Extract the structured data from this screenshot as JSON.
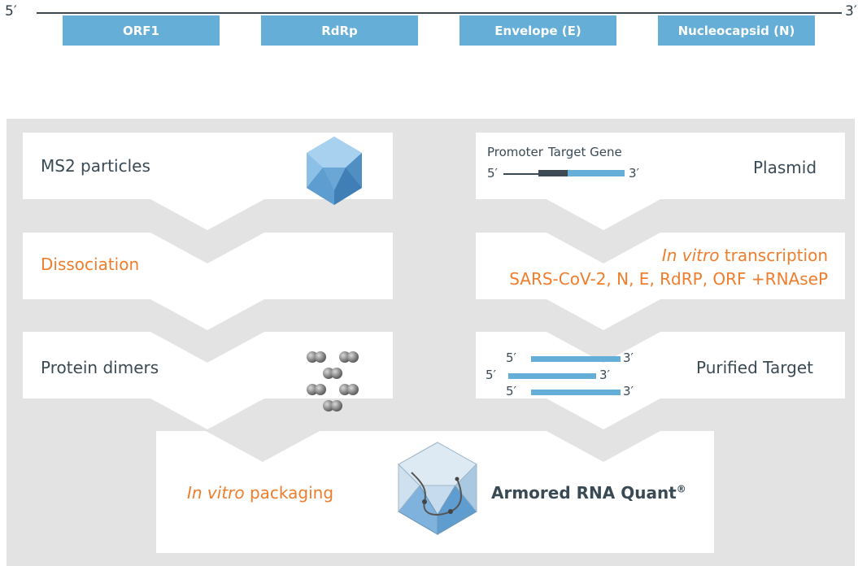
{
  "genome": {
    "five_prime": "5′",
    "three_prime": "3′",
    "genes": [
      "ORF1",
      "RdRp",
      "Envelope (E)",
      "Nucleocapsid (N)"
    ]
  },
  "left": {
    "step1": "MS2 particles",
    "step2": "Dissociation",
    "step3": "Protein dimers"
  },
  "right": {
    "step1_label": "Plasmid",
    "step1_promoter": "Promoter",
    "step1_target": "Target Gene",
    "five": "5′",
    "three": "3′",
    "step2_italic": "In vitro",
    "step2_rest": " transcription",
    "step2_line2": "SARS-CoV-2, N, E, RdRP, ORF +RNAseP",
    "step3_label": "Purified Target"
  },
  "bottom": {
    "italic": "In vitro",
    "rest": " packaging",
    "product": "Armored RNA Quant",
    "reg": "®"
  },
  "colors": {
    "gene_blue": "#64aed8",
    "accent_orange": "#ef7d2b",
    "panel_gray": "#e3e3e3",
    "text": "#3a4a55"
  }
}
